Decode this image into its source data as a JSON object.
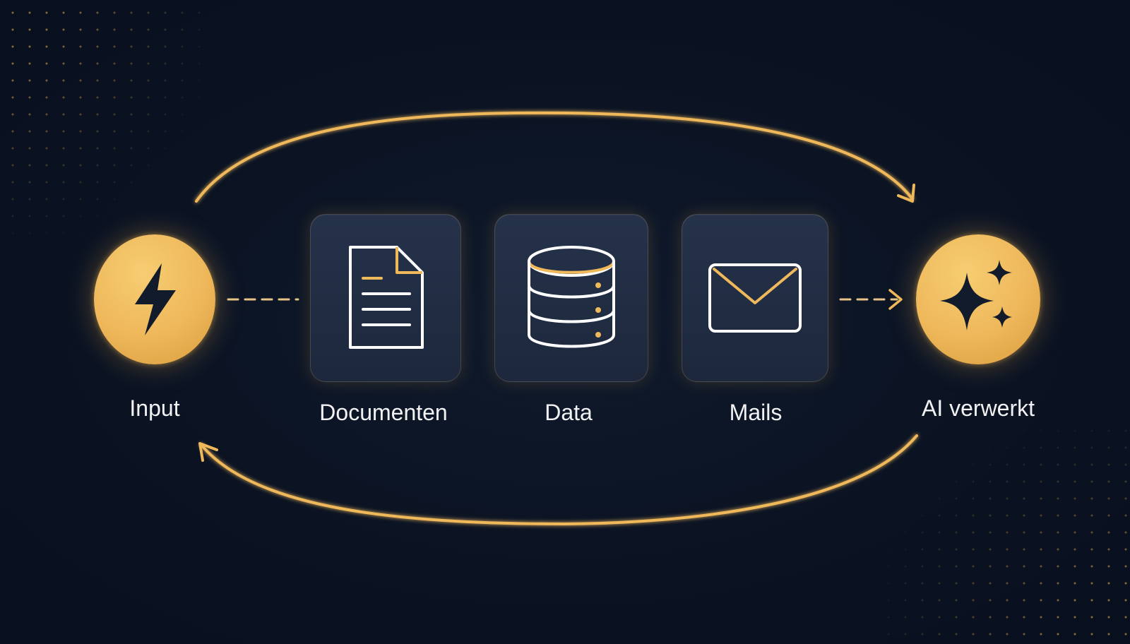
{
  "diagram": {
    "nodes": {
      "input": {
        "label": "Input",
        "icon": "lightning-bolt-icon"
      },
      "documenten": {
        "label": "Documenten",
        "icon": "document-icon"
      },
      "data": {
        "label": "Data",
        "icon": "database-icon"
      },
      "mails": {
        "label": "Mails",
        "icon": "envelope-icon"
      },
      "ai": {
        "label": "AI verwerkt",
        "icon": "sparkles-icon"
      }
    },
    "colors": {
      "background": "#0b1322",
      "accent": "#efb85a",
      "card": "#222d42",
      "text": "#f2f2f4"
    }
  }
}
